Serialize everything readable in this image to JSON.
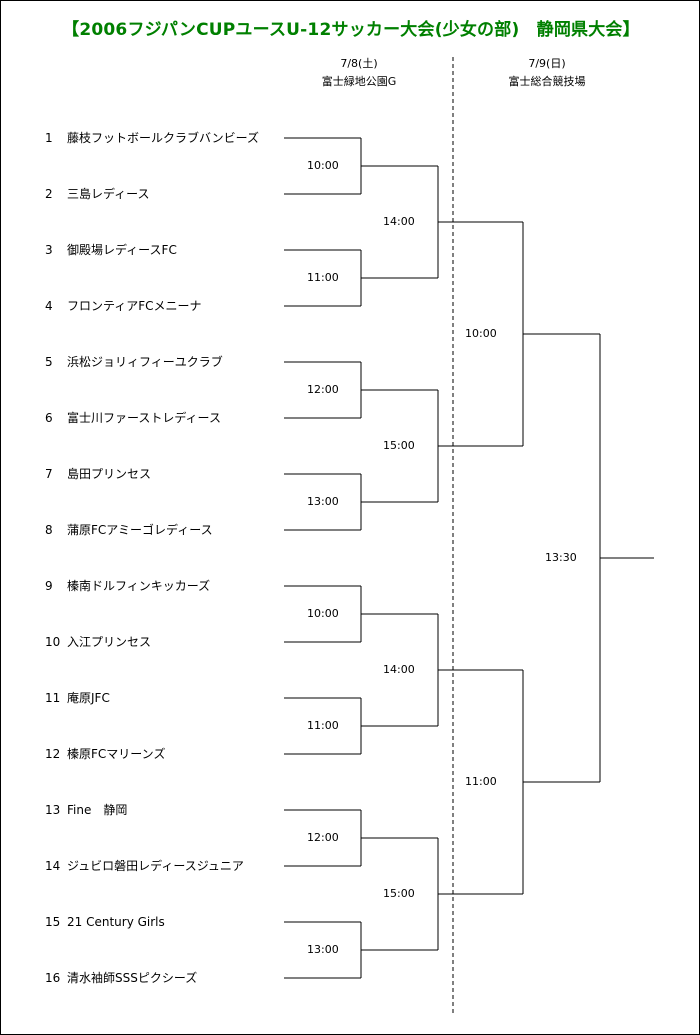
{
  "title": "【2006フジパンCUPユースU-12サッカー大会(少女の部)　静岡県大会】",
  "days": [
    {
      "date": "7/8(土)",
      "venue": "富士緑地公園G"
    },
    {
      "date": "7/9(日)",
      "venue": "富士総合競技場"
    }
  ],
  "teams": [
    {
      "num": "1",
      "name": "藤枝フットボールクラブバンビーズ"
    },
    {
      "num": "2",
      "name": "三島レディース"
    },
    {
      "num": "3",
      "name": "御殿場レディースFC"
    },
    {
      "num": "4",
      "name": "フロンティアFCメニーナ"
    },
    {
      "num": "5",
      "name": "浜松ジョリィフィーユクラブ"
    },
    {
      "num": "6",
      "name": "富士川ファーストレディース"
    },
    {
      "num": "7",
      "name": "島田プリンセス"
    },
    {
      "num": "8",
      "name": "蒲原FCアミーゴレディース"
    },
    {
      "num": "9",
      "name": "榛南ドルフィンキッカーズ"
    },
    {
      "num": "10",
      "name": "入江プリンセス"
    },
    {
      "num": "11",
      "name": "庵原JFC"
    },
    {
      "num": "12",
      "name": "榛原FCマリーンズ"
    },
    {
      "num": "13",
      "name": "Fine　静岡"
    },
    {
      "num": "14",
      "name": "ジュビロ磐田レディースジュニア"
    },
    {
      "num": "15",
      "name": "21 Century Girls"
    },
    {
      "num": "16",
      "name": "清水袖師SSSピクシーズ"
    }
  ],
  "rounds": {
    "round1": [
      "10:00",
      "11:00",
      "12:00",
      "13:00",
      "10:00",
      "11:00",
      "12:00",
      "13:00"
    ],
    "round2": [
      "14:00",
      "15:00",
      "14:00",
      "15:00"
    ],
    "semifinal": [
      "10:00",
      "11:00"
    ],
    "final": [
      "13:30"
    ]
  }
}
